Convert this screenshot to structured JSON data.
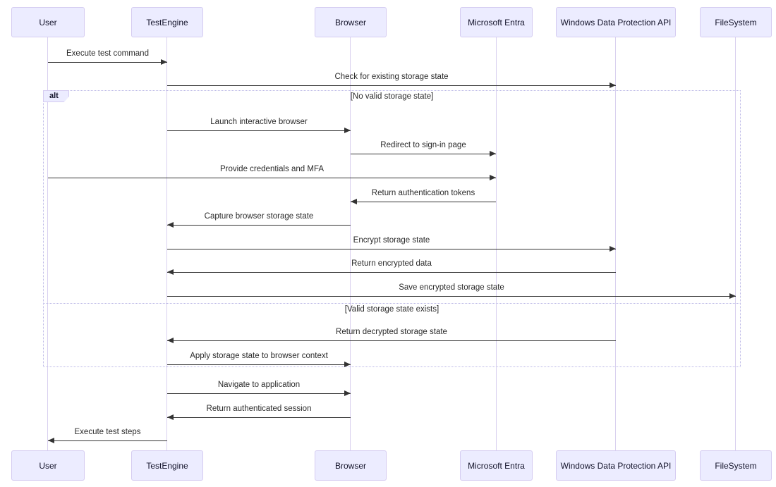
{
  "diagram": {
    "type": "sequence-diagram",
    "participants": [
      {
        "name": "User"
      },
      {
        "name": "TestEngine"
      },
      {
        "name": "Browser"
      },
      {
        "name": "Microsoft Entra"
      },
      {
        "name": "Windows Data Protection API"
      },
      {
        "name": "FileSystem"
      }
    ],
    "messages": [
      {
        "from": "User",
        "to": "TestEngine",
        "label": "Execute test command",
        "style": "solid"
      },
      {
        "from": "TestEngine",
        "to": "Windows Data Protection API",
        "label": "Check for existing storage state",
        "style": "solid"
      },
      {
        "from": "TestEngine",
        "to": "Browser",
        "label": "Launch interactive browser",
        "style": "solid"
      },
      {
        "from": "Browser",
        "to": "Microsoft Entra",
        "label": "Redirect to sign-in page",
        "style": "solid"
      },
      {
        "from": "User",
        "to": "Microsoft Entra",
        "label": "Provide credentials and MFA",
        "style": "solid"
      },
      {
        "from": "Microsoft Entra",
        "to": "Browser",
        "label": "Return authentication tokens",
        "style": "solid"
      },
      {
        "from": "Browser",
        "to": "TestEngine",
        "label": "Capture browser storage state",
        "style": "solid"
      },
      {
        "from": "TestEngine",
        "to": "Windows Data Protection API",
        "label": "Encrypt storage state",
        "style": "solid"
      },
      {
        "from": "Windows Data Protection API",
        "to": "TestEngine",
        "label": "Return encrypted data",
        "style": "solid"
      },
      {
        "from": "TestEngine",
        "to": "FileSystem",
        "label": "Save encrypted storage state",
        "style": "solid"
      },
      {
        "from": "Windows Data Protection API",
        "to": "TestEngine",
        "label": "Return decrypted storage state",
        "style": "solid"
      },
      {
        "from": "TestEngine",
        "to": "Browser",
        "label": "Apply storage state to browser context",
        "style": "solid"
      },
      {
        "from": "TestEngine",
        "to": "Browser",
        "label": "Navigate to application",
        "style": "solid"
      },
      {
        "from": "Browser",
        "to": "TestEngine",
        "label": "Return authenticated session",
        "style": "solid"
      },
      {
        "from": "TestEngine",
        "to": "User",
        "label": "Execute test steps",
        "style": "solid"
      }
    ],
    "alt_block": {
      "keyword": "alt",
      "branches": [
        {
          "condition": "[No valid storage state]"
        },
        {
          "condition": "[Valid storage state exists]"
        }
      ]
    },
    "colors": {
      "actor_fill": "#ECECFF",
      "actor_border": "#d5ccf1",
      "lifeline": "#d9d0ef",
      "arrow": "#333333",
      "frame_border": "#bab6e6",
      "background": "#ffffff"
    }
  }
}
